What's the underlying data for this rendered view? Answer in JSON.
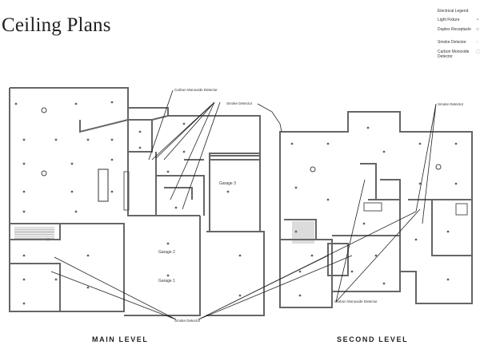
{
  "title": "Ceiling Plans",
  "legend": {
    "title": "Electrical Legend",
    "items": [
      {
        "label": "Light Fixture",
        "icon": "light-fixture-icon"
      },
      {
        "label": "Duplex Receptacle",
        "icon": "duplex-receptacle-icon"
      },
      {
        "label": "Smoke Detector",
        "icon": "smoke-detector-icon"
      },
      {
        "label": "Carbon Monoxide Detector",
        "icon": "carbon-monoxide-icon"
      }
    ]
  },
  "annotations": {
    "co_top": "Carbon Monoxide Detector",
    "smoke_top": "Smoke Detector",
    "smoke_right": "Smoke Detector",
    "smoke_bottom": "Smoke Detector",
    "co_bottom": "Carbon Monoxide Detector"
  },
  "rooms": {
    "garage3": "Garage 3",
    "garage2": "Garage 2",
    "garage1": "Garage 1"
  },
  "levels": {
    "main": "MAIN LEVEL",
    "second": "SECOND LEVEL"
  },
  "colors": {
    "wall": "#555555",
    "wall_fill": "#dddddd",
    "leader": "#222222"
  }
}
